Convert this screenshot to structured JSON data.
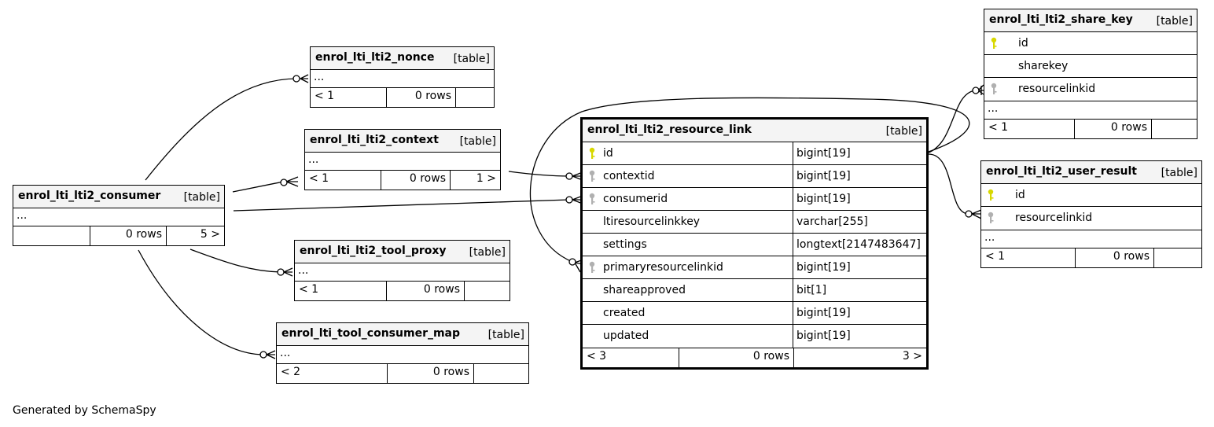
{
  "colors": {
    "primary_key": "#d8d800",
    "foreign_key": "#b0b0b0",
    "header_bg": "#f4f4f4"
  },
  "footer_text": "Generated by SchemaSpy",
  "tables": {
    "nonce": {
      "name": "enrol_lti_lti2_nonce",
      "type": "[table]",
      "ellipsis": "...",
      "left": "< 1",
      "rows": "0 rows",
      "right": ""
    },
    "context": {
      "name": "enrol_lti_lti2_context",
      "type": "[table]",
      "ellipsis": "...",
      "left": "< 1",
      "rows": "0 rows",
      "right": "1 >"
    },
    "consumer": {
      "name": "enrol_lti_lti2_consumer",
      "type": "[table]",
      "ellipsis": "...",
      "left": "",
      "rows": "0 rows",
      "right": "5 >"
    },
    "tool_proxy": {
      "name": "enrol_lti_lti2_tool_proxy",
      "type": "[table]",
      "ellipsis": "...",
      "left": "< 1",
      "rows": "0 rows",
      "right": ""
    },
    "tool_consumer_map": {
      "name": "enrol_lti_tool_consumer_map",
      "type": "[table]",
      "ellipsis": "...",
      "left": "< 2",
      "rows": "0 rows",
      "right": ""
    },
    "resource_link": {
      "name": "enrol_lti_lti2_resource_link",
      "type": "[table]",
      "columns": [
        {
          "name": "id",
          "type": "bigint[19]",
          "key": "primary"
        },
        {
          "name": "contextid",
          "type": "bigint[19]",
          "key": "foreign"
        },
        {
          "name": "consumerid",
          "type": "bigint[19]",
          "key": "foreign"
        },
        {
          "name": "ltiresourcelinkkey",
          "type": "varchar[255]",
          "key": ""
        },
        {
          "name": "settings",
          "type": "longtext[2147483647]",
          "key": ""
        },
        {
          "name": "primaryresourcelinkid",
          "type": "bigint[19]",
          "key": "foreign"
        },
        {
          "name": "shareapproved",
          "type": "bit[1]",
          "key": ""
        },
        {
          "name": "created",
          "type": "bigint[19]",
          "key": ""
        },
        {
          "name": "updated",
          "type": "bigint[19]",
          "key": ""
        }
      ],
      "left": "< 3",
      "rows": "0 rows",
      "right": "3 >"
    },
    "share_key": {
      "name": "enrol_lti_lti2_share_key",
      "type": "[table]",
      "columns": [
        {
          "name": "id",
          "key": "primary"
        },
        {
          "name": "sharekey",
          "key": ""
        },
        {
          "name": "resourcelinkid",
          "key": "foreign"
        }
      ],
      "ellipsis": "...",
      "left": "< 1",
      "rows": "0 rows",
      "right": ""
    },
    "user_result": {
      "name": "enrol_lti_lti2_user_result",
      "type": "[table]",
      "columns": [
        {
          "name": "id",
          "key": "primary"
        },
        {
          "name": "resourcelinkid",
          "key": "foreign"
        }
      ],
      "ellipsis": "...",
      "left": "< 1",
      "rows": "0 rows",
      "right": ""
    }
  }
}
